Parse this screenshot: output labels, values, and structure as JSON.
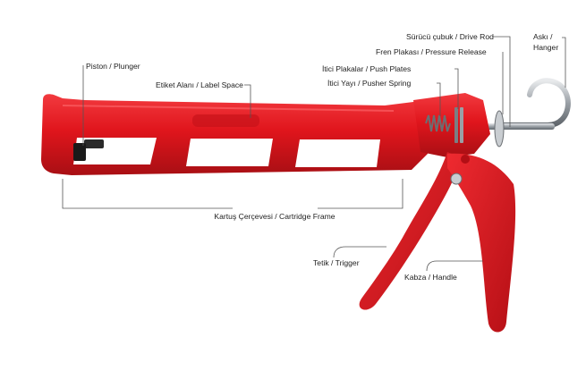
{
  "labels": {
    "piston": "Piston / Plunger",
    "label_space": "Etiket Alanı / Label Space",
    "drive_rod": "Sürücü çubuk / Drive Rod",
    "pressure_release": "Fren Plakası / Pressure Release",
    "push_plates": "İtici Plakalar / Push Plates",
    "pusher_spring": "İtici Yayı / Pusher Spring",
    "hanger_line1": "Askı /",
    "hanger_line2": "Hanger",
    "cartridge_frame": "Kartuş Çerçevesi / Cartridge Frame",
    "trigger": "Tetik / Trigger",
    "handle": "Kabza / Handle"
  },
  "colors": {
    "body_red": "#e0151c",
    "dark_red": "#a80f14",
    "metal": "#9aa0a6",
    "label_text": "#222222",
    "leader_line": "#555555"
  }
}
